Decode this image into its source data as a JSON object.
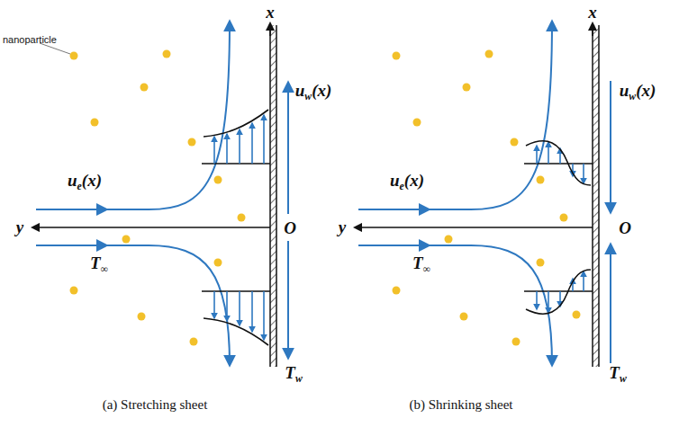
{
  "diagram": {
    "labels": [
      "nanoparticle",
      "x",
      "uw(x)",
      "ue(x)",
      "y",
      "O",
      "T∞",
      "Tw",
      "(a) Stretching sheet",
      "x",
      "uw(x)",
      "ue(x)",
      "y",
      "O",
      "T∞",
      "Tw",
      "(b) Shrinking sheet"
    ]
  }
}
